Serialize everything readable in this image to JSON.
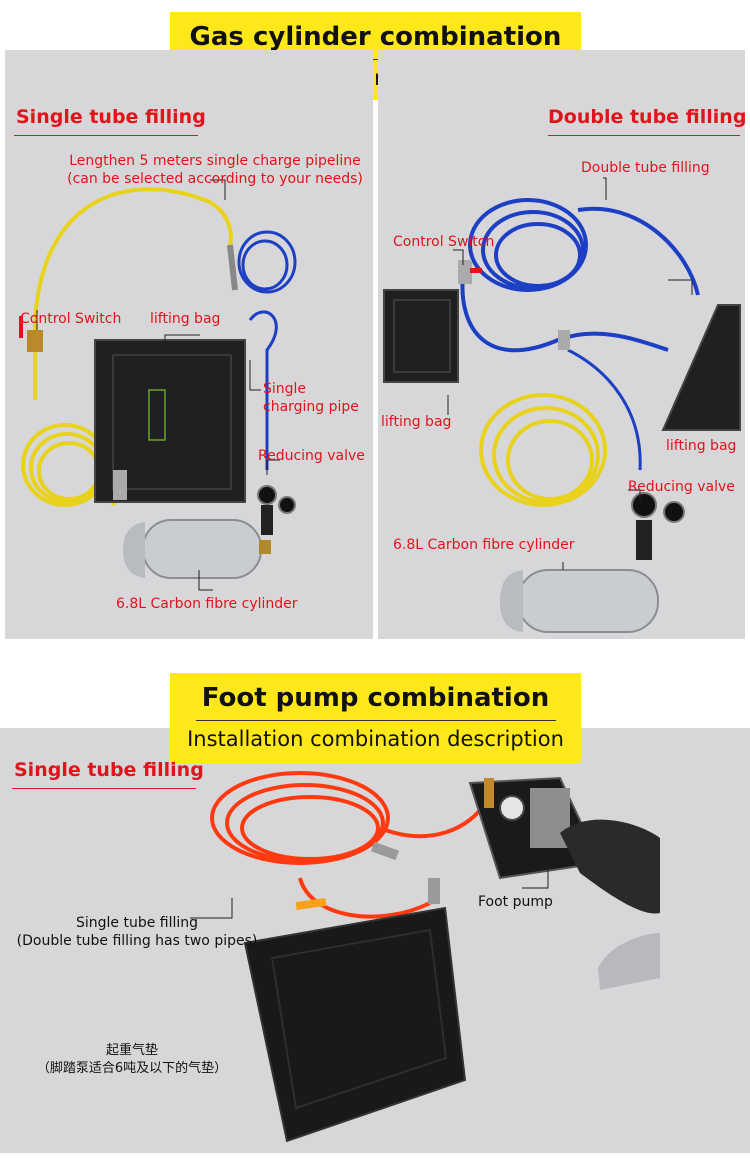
{
  "gas_section": {
    "banner_title": "Gas cylinder combination",
    "banner_subtitle": "Installation combination description",
    "left": {
      "title": "Single tube filling",
      "labels": {
        "pipeline_line1": "Lengthen 5 meters single charge pipeline",
        "pipeline_line2": "(can be selected according to your needs)",
        "control_switch": "Control Switch",
        "lifting_bag": "lifting bag",
        "single_line1": "Single",
        "single_line2": "charging pipe",
        "reducing_valve": "Reducing valve",
        "cylinder": "6.8L Carbon fibre cylinder"
      }
    },
    "right": {
      "title": "Double tube filling",
      "labels": {
        "double_tube": "Double tube filling",
        "control_switch": "Control Switch",
        "lifting_bag_left": "lifting bag",
        "lifting_bag_right": "lifting bag",
        "reducing_valve": "Reducing valve",
        "cylinder": "6.8L Carbon fibre cylinder"
      }
    }
  },
  "foot_section": {
    "banner_title": "Foot pump combination",
    "banner_subtitle": "Installation combination description",
    "title": "Single tube filling",
    "labels": {
      "single_tube": "Single tube filling",
      "double_note": "(Double tube filling has two pipes)",
      "foot_pump": "Foot pump",
      "cushion_line1": "起重气垫",
      "cushion_line2": "（脚踏泵适合6吨及以下的气垫）"
    }
  },
  "colors": {
    "banner": "#ffe81a",
    "panel": "#d7d7d9",
    "accent_red": "#e0141a",
    "hose_yellow": "#e8d21c",
    "hose_blue": "#1d3fc4",
    "hose_orange": "#ff3a10"
  }
}
